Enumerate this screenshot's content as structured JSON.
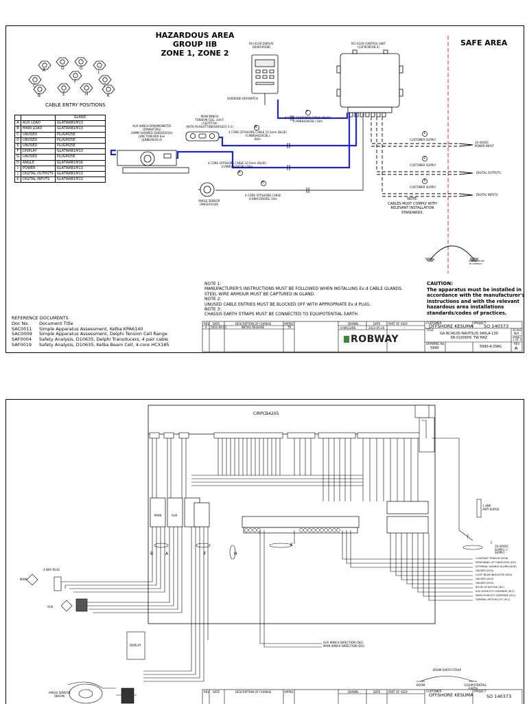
{
  "sheet1": {
    "hazard_title": [
      "HAZARDOUS AREA",
      "GROUP IIB",
      "ZONE 1, ZONE 2"
    ],
    "safe_title": "SAFE AREA",
    "cable_entry_caption": "CABLE ENTRY POSITIONS",
    "entry_letters": [
      "A",
      "B",
      "C",
      "D",
      "E",
      "F",
      "G",
      "H",
      "I",
      "J",
      "K"
    ],
    "gland_header": "GLAND",
    "gland_rows": [
      {
        "letter": "A",
        "name": "AUX LOAD",
        "gland": "GLATWAB1M13"
      },
      {
        "letter": "B",
        "name": "MAIN LOAD",
        "gland": "GLATWAB1M13"
      },
      {
        "letter": "C",
        "name": "UNUSED",
        "gland": "PLUGM25E"
      },
      {
        "letter": "D",
        "name": "UNUSED",
        "gland": "PLUGM25E"
      },
      {
        "letter": "E",
        "name": "UNUSED",
        "gland": "PLUGM25E"
      },
      {
        "letter": "F",
        "name": "DISPLAY",
        "gland": "GLATWAB1M13"
      },
      {
        "letter": "G",
        "name": "UNUSED",
        "gland": "PLUGM25E"
      },
      {
        "letter": "H",
        "name": "ANGLE",
        "gland": "GLATWAB1M16"
      },
      {
        "letter": "I",
        "name": "POWER",
        "gland": "GLATWAB1M13"
      },
      {
        "letter": "J",
        "name": "DIGITAL OUTPUTS",
        "gland": "GLATWAB1M13"
      },
      {
        "letter": "K",
        "name": "DIGITAL INPUTS",
        "gland": "GLATWAB1M13"
      }
    ],
    "display_label": [
      "RCI-4100 DISPLAY",
      "(DISRCM10B)"
    ],
    "control_label": [
      "RCI-4100 CONTROL UNIT",
      "(CUFRCM10B-3)"
    ],
    "override_label": "OVERRIDE KEYSWITCH",
    "main_winch_label": [
      "MAIN WINCH",
      "TENSION CELL 10mT",
      "(CELTPT30)",
      "(WITH PLASUITT(BB)SHR1815 X 2)"
    ],
    "aux_winch_label": [
      "AUX WINCH DYNAMOMETER",
      "(DYNAKT30S)",
      "20MM SHOWED (SHD3D2020)",
      "JUNCTION BOX Exe",
      "(JUNBOX026-4)"
    ],
    "cable_f": [
      "4 CORE SCREENED CABLE (BLUE)",
      "(CABBHLD4CBL) 10m"
    ],
    "cable_b": [
      "4 CORE OFFSHORE CABLE 10.5mm (BLUE)",
      "(CABBSHLD4CBL)",
      "60m"
    ],
    "cable_a": [
      "4 CORE OFFSHORE CABLE 10.5mm (BLUE)",
      "(CABBSHLD4CBL) 50m"
    ],
    "cable_h": [
      "4 CORE OFFSHORE CABLE",
      "(CABHCOREDS) 10m"
    ],
    "angle_sensor_label": [
      "ANGLE SENSOR",
      "(ANGEX4128)"
    ],
    "circle_letters": [
      "F",
      "B",
      "A",
      "H"
    ],
    "circle_numbers": [
      "1",
      "2",
      "3"
    ],
    "customer_supply": "CUSTOMER SUPPLY",
    "power_input": [
      "10-40VDC",
      "POWER INPUT"
    ],
    "digital_outputs": "DIGITAL OUTPUTS",
    "digital_inputs": "DIGITAL INPUTS",
    "safe_note": [
      "NOTE:",
      "CABLES MUST COMPLY WITH",
      "RELEVANT INSTALLATION",
      "STANDARDS."
    ],
    "earth_labels": [
      "CHASSIS",
      "ROBWAY",
      "(NOT SUPPLIED",
      "BY ROBWAY)"
    ],
    "notes": [
      "NOTE 1:",
      "MANUFACTURER'S INSTRUCTIONS MUST BE FOLLOWED WHEN INSTALLING Ex d CABLE GLANDS.",
      "STEEL WIRE ARMOUR MUST BE CAPTURED IN GLAND.",
      "NOTE 2:",
      "UNUSED CABLE ENTRIES MUST BE BLOCKED OFF WITH APPROPRIATE Ex d PLUG.",
      "NOTE 3:",
      "CHASSIS EARTH STRAPS MUST BE CONNECTED TO EQUIPOTENTIAL EARTH."
    ],
    "caution": [
      "CAUTION:",
      "The apparatus must be installed in",
      "accordance with the manufacturer's",
      "instructions and with the relevant",
      "hazardous area installations",
      "standards/codes of practices."
    ],
    "refs_title": "REFERENCE DOCUMENTS",
    "refs_header": {
      "doc": "Doc No.",
      "title": "Document Title"
    },
    "refs": [
      {
        "doc": "SAC0011",
        "title": "Simple Apparatus Assessment, Kelba KPA6140"
      },
      {
        "doc": "SAC0009",
        "title": "Simple Apparatus Assessment, Delphi Tension Cell Range"
      },
      {
        "doc": "SAF0004",
        "title": "Safety Analysis, D10635, Delphi Transducers, 4 pair cable"
      },
      {
        "doc": "SAF0019",
        "title": "Safety Analysis, D10635, Kelba Beam Cell, 4-core HCX185"
      }
    ],
    "title_block": {
      "rev_headers": [
        "REV",
        "DATE",
        "DESCRIPTION OF CHANGE",
        "APPRD"
      ],
      "rev_row": [
        "0",
        "2022-06-01",
        "INITIAL RELEASE",
        "TR"
      ],
      "drawn_label": "DRAWN",
      "date_label": "DATE",
      "part_label": "PART OF ASSY",
      "drawn_by": "H.WIGGINS",
      "drawn_date": "2022-05-20",
      "part_value": "-",
      "logo": "ROBWAY",
      "customer_label": "CUSTOMER",
      "customer": "OFFSHORE KESUMA",
      "project_label": "PROJECT",
      "project": "SO 140373",
      "title_label": "TITLE",
      "title": [
        "GA RCI4100 NAUTILUS 340LA-130",
        "SN 01000HC TW HAZ"
      ],
      "scale_label": "SCALE",
      "scale": "N/A",
      "sheet_label": "SHEET",
      "sheet": "1 OF 2",
      "drawing_label": "DRAWING No.",
      "drawing_no": "5990",
      "dwg_file": "5990-A.DWG",
      "rev_label": "REV",
      "rev": "A"
    }
  },
  "sheet2": {
    "board_label": "CIRPCB4205",
    "labels": {
      "main": "MAIN",
      "aux": "AUX",
      "display": "DISPLAY",
      "angle_sensor": [
        "ANGLE SENSOR",
        "(BOOM)"
      ],
      "main_box": "MAIN",
      "aux_box": "AUX",
      "letters": [
        "B",
        "A",
        "F",
        "H",
        "K",
        "J",
        "I"
      ],
      "way_plug": "4 WAY PLUG",
      "lamp": [
        "1 AMP",
        "ANTI-SURGE"
      ],
      "supply": [
        "10-40VDC",
        "SUPPLY +",
        "SUPPLY -"
      ],
      "winch_dir": [
        "AUX WINCH DIRECTION (DI2)",
        "MAIN WINCH DIRECTION (DI1)"
      ],
      "earth_strap": [
        "BOOM EARTH STRAP",
        "BOOM",
        "EQUIPOTENTIAL",
        "EARTH"
      ],
      "outputs_list": [
        "CONSTANT TENSION (DO8)",
        "PERSONNEL LIFT INDICATOR (DI7)",
        "EXTERNAL AUDIBLE ALARM (DO6)",
        "UNUSED (DO5)",
        "LIGHT BEAM INDICATOR (DO4)",
        "UNUSED (DO3)",
        "UNUSED (DO2)",
        "BOOM UP MOTION (DI1)",
        "AUX HOOK-STO OVERRIDE (RL2)",
        "MAIN HOOK-STO OVERRIDE (RL1)",
        "GENERAL MOTION CUT (RL1)"
      ]
    },
    "title_block": {
      "rev_headers": [
        "REV",
        "DATE",
        "DESCRIPTION OF CHANGE",
        "APPRD"
      ],
      "drawn_label": "DRAWN",
      "date_label": "DATE",
      "part_label": "PART OF ASSY",
      "customer_label": "CUSTOMER",
      "customer": "OFFSHORE KESUMA",
      "project_label": "PROJECT",
      "project": "SO 140373"
    }
  }
}
